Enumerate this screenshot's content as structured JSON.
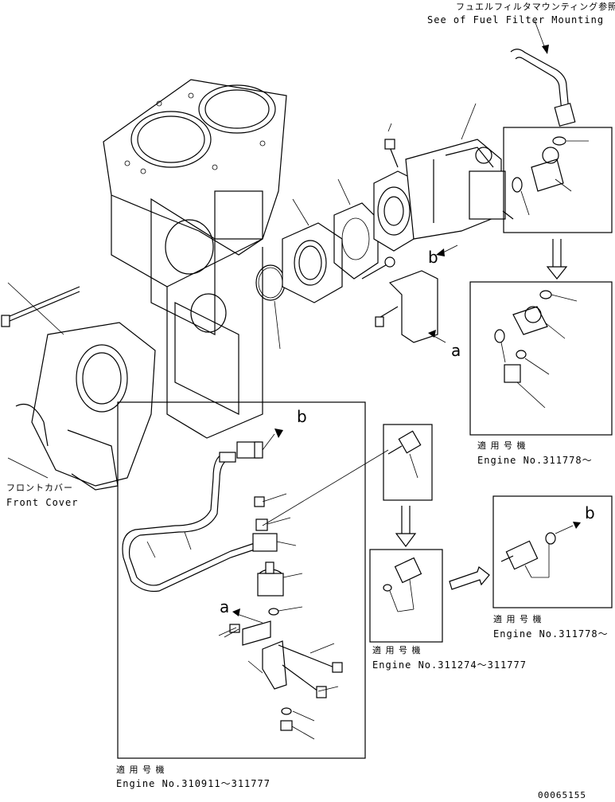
{
  "labels": {
    "fuel_filter_ref_jp": "フュエルフィルタマウンティング参照",
    "fuel_filter_ref_en": "See of Fuel Filter Mounting",
    "front_cover_jp": "フロントカバー",
    "front_cover_en": "Front Cover",
    "applicable_jp_1": "適 用 号 機",
    "engine_no_1": "Engine No.311778～",
    "applicable_jp_2": "適 用 号 機",
    "engine_no_2": "Engine No.311274～311777",
    "applicable_jp_3": "適 用 号 機",
    "engine_no_3": "Engine No.311778～",
    "applicable_jp_4": "適 用 号 機",
    "engine_no_4": "Engine No.310911～311777",
    "drawing_number": "00065155"
  },
  "callouts": {
    "b_pump": "b",
    "a_bracket": "a",
    "b_left_box": "b",
    "a_left_box": "a",
    "b_right_box": "b"
  }
}
